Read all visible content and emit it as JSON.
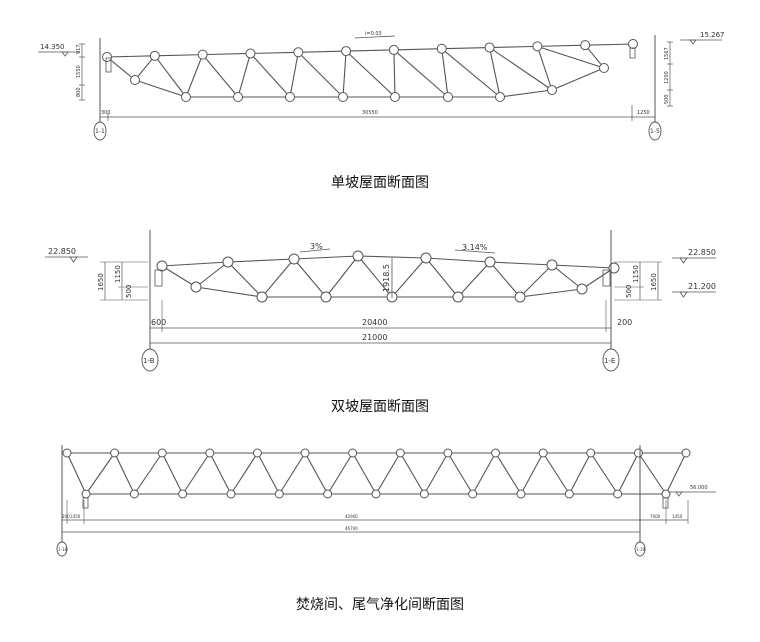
{
  "diagram1": {
    "caption": "单坡屋面断面图",
    "elev_left": "14.350",
    "elev_right": "15.267",
    "slope": "i=0.03",
    "dim_bottom_left": "300",
    "dim_span": "30550",
    "dim_bottom_right": "1250",
    "dims_left": [
      "917",
      "1550",
      "800"
    ],
    "dims_right": [
      "1567",
      "1200",
      "500"
    ],
    "axis_left": "1-1",
    "axis_right": "1-5"
  },
  "diagram2": {
    "caption": "双坡屋面断面图",
    "elev_left": "22.850",
    "elev_right_top": "22.850",
    "elev_right_bottom": "21.200",
    "slope_left": "3%",
    "slope_right": "3.14%",
    "ridge_height": "1918.5",
    "dims_left": [
      "1650",
      "1150",
      "500"
    ],
    "dims_right": [
      "500",
      "1150",
      "1650"
    ],
    "dim_left_small": "600",
    "dim_middle": "20400",
    "dim_right_small": "200",
    "dim_total": "21000",
    "axis_left": "1-B",
    "axis_right": "1-E"
  },
  "diagram3": {
    "caption": "焚烧间、尾气净化间断面图",
    "elev_right": "56.000",
    "dim_left_a": "200",
    "dim_left_b": "1450",
    "dim_middle": "42900",
    "dim_right_a": "7000",
    "dim_right_b": "1450",
    "dim_total": "46700",
    "axis_left": "1-18",
    "axis_right": "1-19"
  }
}
